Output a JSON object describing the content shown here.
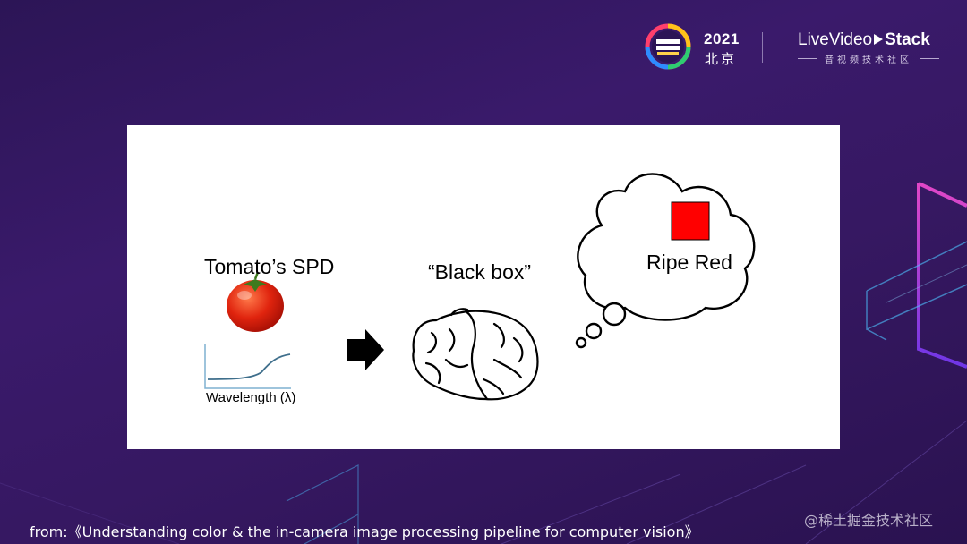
{
  "header": {
    "conference_year": "2021",
    "conference_city": "北京",
    "brand_prefix": "LiveVideo",
    "brand_suffix": "Stack",
    "brand_subtitle": "音视频技术社区"
  },
  "diagram": {
    "tomato_title": "Tomato’s SPD",
    "axis_label": "Wavelength (λ)",
    "black_box_label": "“Black box”",
    "thought_label": "Ripe Red",
    "swatch_color": "#ff0000"
  },
  "footer": {
    "source": "from:《Understanding color & the in-camera image processing pipeline for computer vision》",
    "watermark": "@稀土掘金技术社区"
  },
  "icons": [
    "conference-logo-icon",
    "play-icon",
    "tomato-icon",
    "arrow-right-icon",
    "brain-icon",
    "thought-cloud-icon"
  ]
}
